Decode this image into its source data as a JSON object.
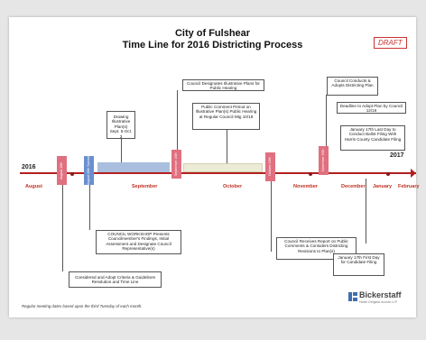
{
  "title": "City of Fulshear",
  "subtitle": "Time Line for 2016 Districting Process",
  "draft_label": "DRAFT",
  "years": {
    "start": "2016",
    "end": "2017"
  },
  "months": [
    "August",
    "September",
    "October",
    "November",
    "December",
    "January",
    "February"
  ],
  "markers": [
    {
      "text": "August 15th Regular Mtg",
      "color": "#e07080"
    },
    {
      "text": "August 26th Special Mtg",
      "color": "#6a8fd0"
    },
    {
      "text": "September 20th Regular Mtg",
      "color": "#e07080"
    },
    {
      "text": "October 18th Regular Mtg",
      "color": "#e07080"
    },
    {
      "text": "November 15th Regular Mtg",
      "color": "#e07080"
    }
  ],
  "notes": {
    "drawing": "Drawing Illustrative Plan(s) Sept. 5-Oct. 3",
    "council_designates": "Council Designates Illustrative Plans for Public Hearing",
    "public_comment": "Public Comment Period on Illustrative Plan(s) Public Hearing at Regular Council Mtg 10/18",
    "council_workshop": "COUNCIL WORKSHOP Presents Councilmember's Findings, Initial Assessment and Designate Council Representative(s)",
    "considered_adopt": "Considered and Adopt Criteria & Guidelines Resolution and Time Line",
    "council_conducts": "Council Conducts & Adopts Districting Plan",
    "deadline": "Deadline to Adopt Plan by Council 12/16",
    "jan_filing": "January 17th Last Day to Conduct Ballot Filing With Harris County Candidate Filing",
    "council_receives": "Council Receives Report on Public Comments & Considers Districting Revisions to Plan(s)",
    "jan_first": "January 17th First Day for Candidate Filing"
  },
  "footnote": "Regular meeting dates based upon the third Tuesday of each month.",
  "logo": {
    "name": "Bickerstaff",
    "tagline": "Heath Delgado Acosta LLP"
  },
  "colors": {
    "axis": "#b32020",
    "marker_pink": "#e07080",
    "marker_blue": "#6a8fd0",
    "band_blue": "#a9bfdd",
    "band_cream": "#ecebd6"
  }
}
